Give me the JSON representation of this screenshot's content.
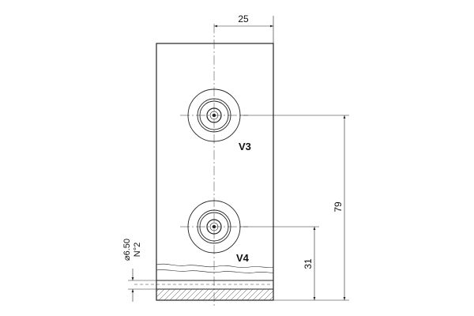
{
  "drawing": {
    "dimensions": {
      "top_width": "25",
      "height_v3": "79",
      "height_v4": "31"
    },
    "ports": [
      {
        "label": "V3"
      },
      {
        "label": "V4"
      }
    ],
    "side_note": {
      "diameter": "⌀6.50",
      "number": "N°2"
    }
  }
}
